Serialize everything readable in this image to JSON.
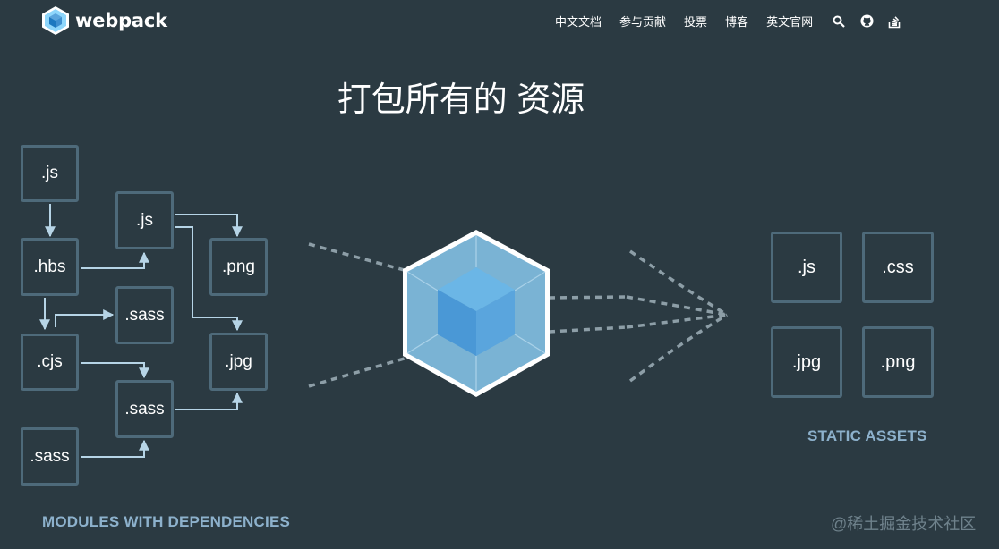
{
  "brand": {
    "name": "webpack"
  },
  "nav": {
    "items": [
      "中文文档",
      "参与贡献",
      "投票",
      "博客",
      "英文官网"
    ],
    "icons": [
      "search-icon",
      "github-icon",
      "stack-overflow-icon"
    ]
  },
  "hero": {
    "title": "打包所有的 资源"
  },
  "modules": {
    "label": "MODULES WITH DEPENDENCIES",
    "boxes": [
      ".js",
      ".hbs",
      ".cjs",
      ".sass",
      ".js",
      ".sass",
      ".sass",
      ".png",
      ".jpg"
    ]
  },
  "assets": {
    "label": "STATIC ASSETS",
    "boxes": [
      ".js",
      ".css",
      ".jpg",
      ".png"
    ]
  },
  "watermark": "@稀土掘金技术社区",
  "colors": {
    "background": "#2b3a42",
    "box_border": "#4e6a7a",
    "arrow": "#b6d4e6",
    "label": "#8db1cc",
    "cube_outer": "#7ab3d4",
    "cube_inner": "#5aa5dd"
  }
}
